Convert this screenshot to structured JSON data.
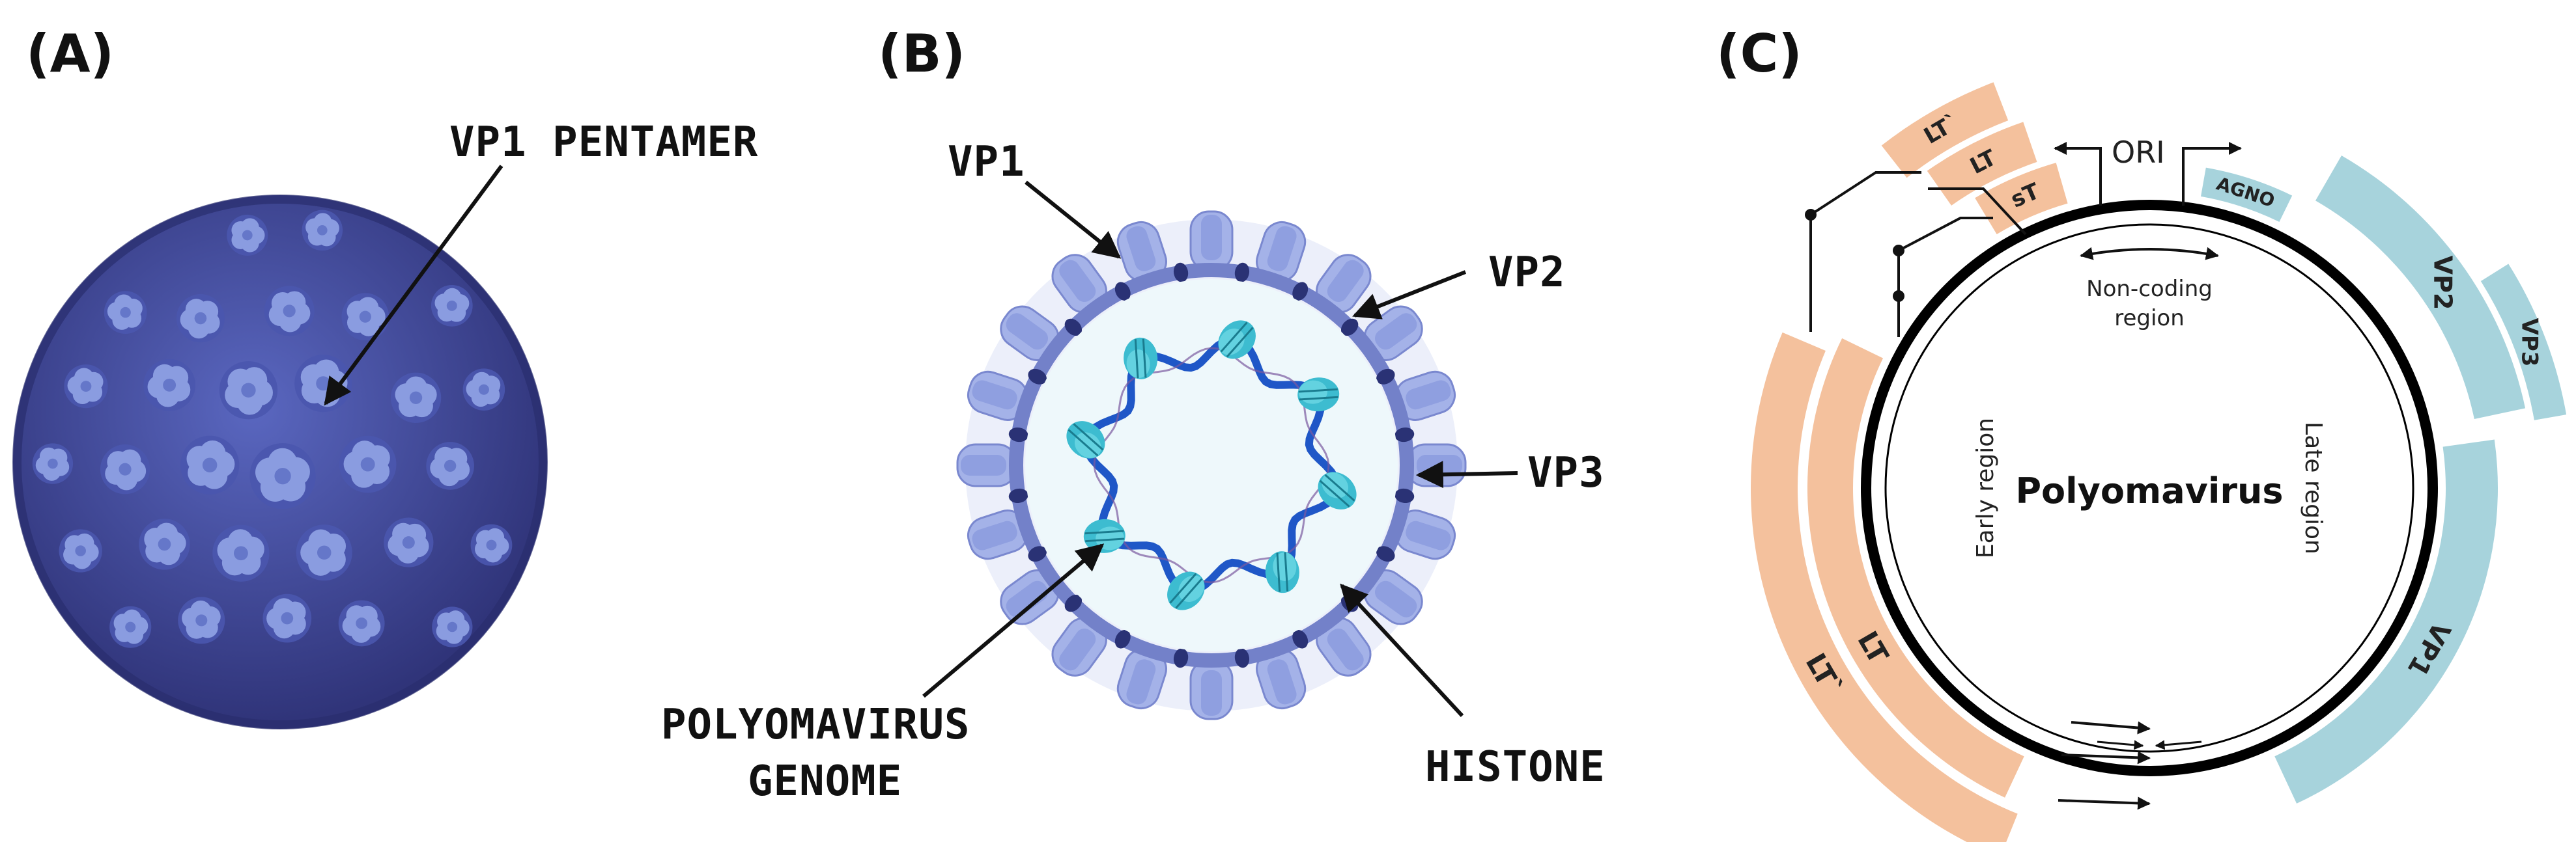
{
  "panels": {
    "a": {
      "label": "(A)",
      "callout": "VP1 PENTAMER"
    },
    "b": {
      "label": "(B)",
      "vp1": "VP1",
      "vp2": "VP2",
      "vp3": "VP3",
      "genome_line1": "POLYOMAVIRUS",
      "genome_line2": "GENOME",
      "histone": "HISTONE"
    },
    "c": {
      "label": "(C)",
      "ori": "ORI",
      "noncoding_line1": "Non-coding",
      "noncoding_line2": "region",
      "early_region": "Early region",
      "late_region": "Late region",
      "center": "Polyomavirus",
      "early_genes": [
        "LT`",
        "LT",
        "sT",
        "LT",
        "LT`"
      ],
      "late_genes": [
        "AGNO",
        "VP2",
        "VP3",
        "VP1"
      ]
    }
  },
  "colors": {
    "capsid_dark": "#3a3f8f",
    "capsid_light": "#7f92d6",
    "early_gene": "#f4c19d",
    "late_gene": "#a7d3dc",
    "histone": "#3dbcd0",
    "dna": "#1f57c7"
  }
}
